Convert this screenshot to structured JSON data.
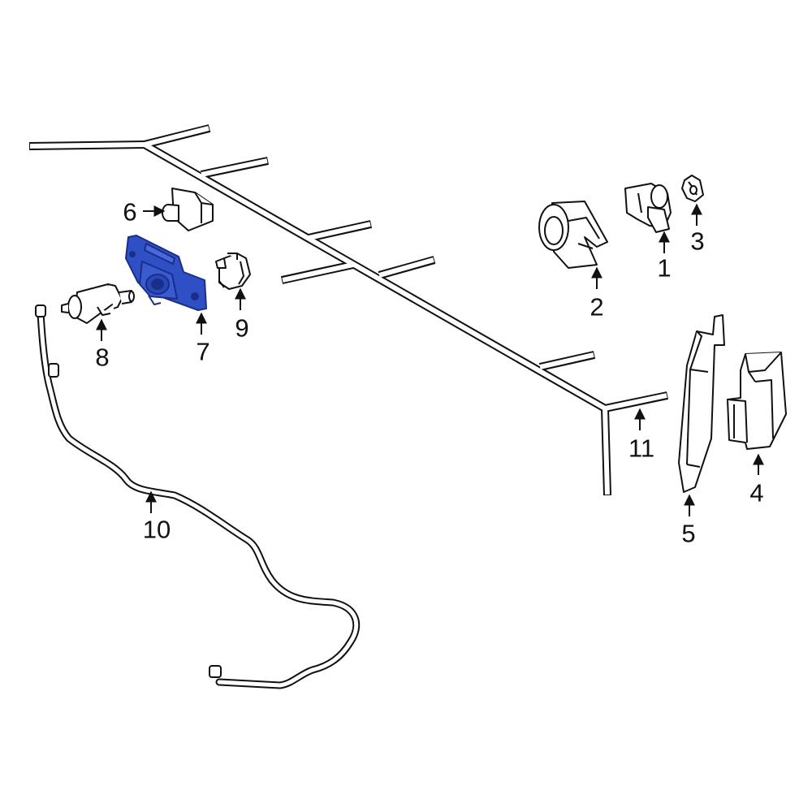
{
  "callouts": {
    "part_1": "1",
    "part_2": "2",
    "part_3": "3",
    "part_4": "4",
    "part_5": "5",
    "part_6": "6",
    "part_7": "7",
    "part_8": "8",
    "part_9": "9",
    "part_10": "10",
    "part_11": "11"
  },
  "colors": {
    "line": "#111111",
    "highlight": "#2f4fc4",
    "highlight_dark": "#1a2f8a",
    "background": "#ffffff"
  },
  "icons": [
    "arrow-icon"
  ]
}
